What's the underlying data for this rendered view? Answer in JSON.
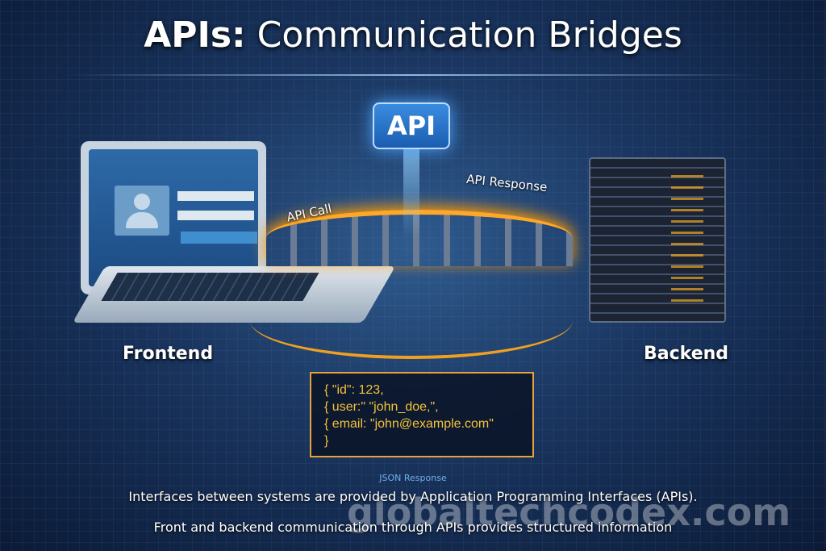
{
  "title": {
    "bold": "APIs:",
    "rest": " Communication Bridges"
  },
  "api_badge": "API",
  "labels": {
    "api_call": "API Call",
    "api_response": "API Response",
    "frontend": "Frontend",
    "backend": "Backend"
  },
  "json_box": {
    "lines": [
      "{ \"id\": 123,",
      "{  user:\" \"john_doe,\",",
      "{  email: \"john@example.com\"",
      "}"
    ],
    "caption": "JSON Response"
  },
  "description": [
    "Interfaces between systems are provided by Application Programming Interfaces (APIs).",
    "Front and backend communication through APIs provides structured information"
  ],
  "watermark": "globaltechcodex.com"
}
